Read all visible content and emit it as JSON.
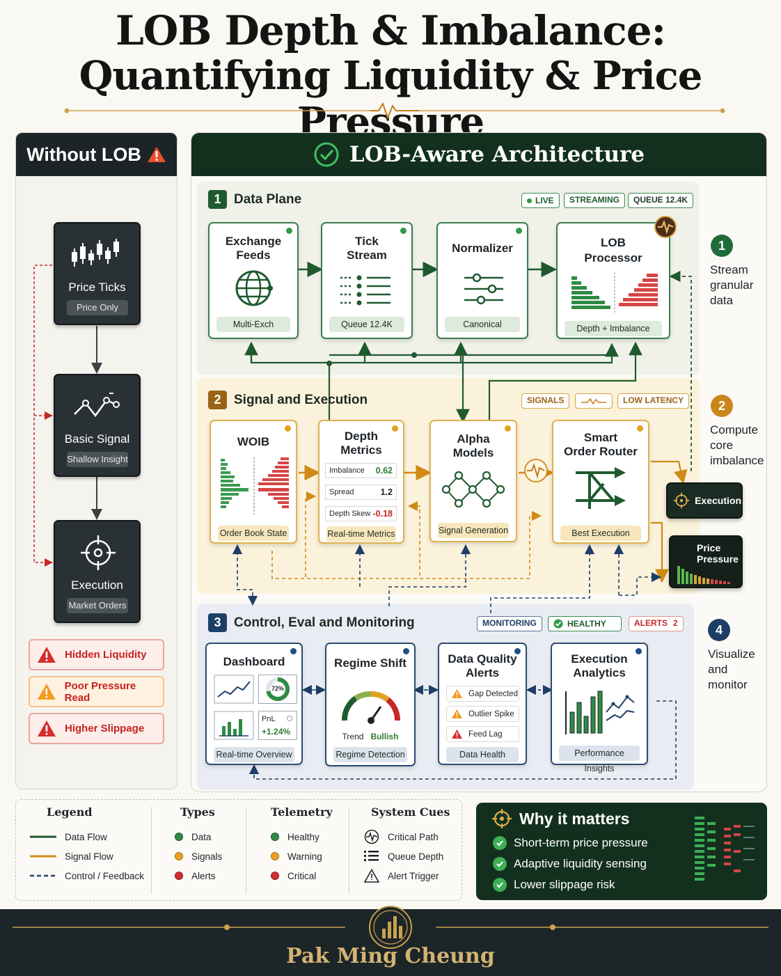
{
  "title": {
    "line1": "LOB Depth & Imbalance:",
    "line2": "Quantifying Liquidity & Price Pressure"
  },
  "left_panel": {
    "heading": "Without LOB",
    "cards": [
      {
        "title": "Price Ticks",
        "chip": "Price Only",
        "icon": "candlestick-icon"
      },
      {
        "title": "Basic Signal",
        "chip": "Shallow Insight",
        "icon": "line-signal-icon"
      },
      {
        "title": "Execution",
        "chip": "Market Orders",
        "icon": "crosshair-icon"
      }
    ],
    "warnings": [
      {
        "label": "Hidden Liquidity",
        "color": "#d32f2f"
      },
      {
        "label": "Poor Pressure Read",
        "color": "#f29b1d"
      },
      {
        "label": "Higher Slippage",
        "color": "#d32f2f"
      }
    ]
  },
  "main_panel": {
    "heading": "LOB-Aware Architecture",
    "data_plane": {
      "number": "1",
      "title": "Data Plane",
      "tags": {
        "live": "LIVE",
        "streaming": "STREAMING",
        "queue": "QUEUE 12.4K"
      },
      "cards": [
        {
          "title_a": "Exchange",
          "title_b": "Feeds",
          "foot": "Multi-Exch"
        },
        {
          "title_a": "Tick",
          "title_b": "Stream",
          "foot": "Queue 12.4K"
        },
        {
          "title_a": "Normalizer",
          "title_b": "",
          "foot": "Canonical"
        },
        {
          "title_a": "LOB",
          "title_b": "Processor",
          "foot": "Depth + Imbalance"
        }
      ]
    },
    "signal_exec": {
      "number": "2",
      "title": "Signal and Execution",
      "tags": {
        "signals": "SIGNALS",
        "latency": "LOW LATENCY"
      },
      "woib": {
        "title": "WOIB",
        "foot": "Order Book State"
      },
      "depth": {
        "title_a": "Depth",
        "title_b": "Metrics",
        "foot": "Real-time Metrics",
        "rows": [
          {
            "label": "Imbalance",
            "value": "0.62",
            "color": "#2e7d32"
          },
          {
            "label": "Spread",
            "value": "1.2",
            "color": "#1d2328"
          },
          {
            "label": "Depth Skew",
            "value": "-0.18",
            "color": "#c62828"
          }
        ]
      },
      "alpha": {
        "title_a": "Alpha",
        "title_b": "Models",
        "foot": "Signal Generation"
      },
      "router": {
        "title_a": "Smart",
        "title_b": "Order Router",
        "foot": "Best Execution"
      },
      "execution": "Execution",
      "price_pressure": {
        "line1": "Price",
        "line2": "Pressure"
      }
    },
    "control": {
      "number": "3",
      "title": "Control, Eval and Monitoring",
      "tags": {
        "monitoring": "MONITORING",
        "healthy": "HEALTHY",
        "alerts": "ALERTS",
        "alerts_count": "2"
      },
      "dashboard": {
        "title": "Dashboard",
        "foot": "Real-time Overview",
        "gauge": "72%",
        "pnl_label": "PnL",
        "pnl_value": "+1.24%"
      },
      "regime": {
        "title": "Regime Shift",
        "foot": "Regime Detection",
        "trend_label": "Trend",
        "trend_value": "Bullish"
      },
      "dq": {
        "title_a": "Data Quality",
        "title_b": "Alerts",
        "foot": "Data Health",
        "rows": [
          {
            "label": "Gap Detected",
            "color": "#f29b1d"
          },
          {
            "label": "Outlier Spike",
            "color": "#f29b1d"
          },
          {
            "label": "Feed Lag",
            "color": "#d32f2f"
          }
        ]
      },
      "analytics": {
        "title_a": "Execution",
        "title_b": "Analytics",
        "foot": "Performance Insights"
      }
    }
  },
  "side_notes": [
    {
      "num": "1",
      "lines": [
        "Stream",
        "granular",
        "data"
      ],
      "color": "#1f6b3a"
    },
    {
      "num": "2",
      "lines": [
        "Compute",
        "core",
        "imbalance"
      ],
      "color": "#c9861a"
    },
    {
      "num": "4",
      "lines": [
        "Visualize",
        "and",
        "monitor"
      ],
      "color": "#1d3f66"
    }
  ],
  "legend": {
    "heading": "Legend",
    "flows": [
      {
        "label": "Data Flow",
        "color": "#1f5a2e",
        "style": "solid"
      },
      {
        "label": "Signal Flow",
        "color": "#d08a16",
        "style": "solid"
      },
      {
        "label": "Control / Feedback",
        "color": "#1d3f66",
        "style": "dashed"
      }
    ],
    "types_heading": "Types",
    "types": [
      {
        "label": "Data",
        "color": "#2e8b43"
      },
      {
        "label": "Signals",
        "color": "#e7a425"
      },
      {
        "label": "Alerts",
        "color": "#d32f2f"
      }
    ],
    "telemetry_heading": "Telemetry",
    "telemetry": [
      {
        "label": "Healthy",
        "color": "#2e8b43"
      },
      {
        "label": "Warning",
        "color": "#e7a425"
      },
      {
        "label": "Critical",
        "color": "#d32f2f"
      }
    ],
    "cues_heading": "System Cues",
    "cues": [
      {
        "label": "Critical Path",
        "icon": "heartbeat-icon"
      },
      {
        "label": "Queue Depth",
        "icon": "list-icon"
      },
      {
        "label": "Alert Trigger",
        "icon": "warning-outline-icon"
      }
    ]
  },
  "why": {
    "title": "Why it matters",
    "items": [
      "Short-term price pressure",
      "Adaptive liquidity sensing",
      "Lower slippage risk"
    ]
  },
  "footer": {
    "name": "Pak Ming Cheung"
  }
}
